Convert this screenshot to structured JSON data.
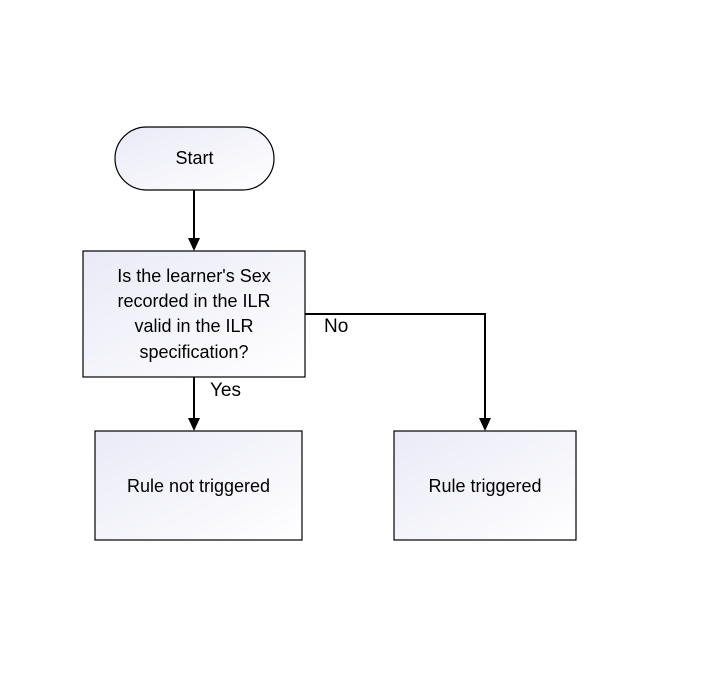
{
  "diagram": {
    "type": "flowchart",
    "nodes": {
      "start": {
        "label": "Start",
        "shape": "terminator"
      },
      "decision": {
        "label_lines": [
          "Is the learner's Sex",
          "recorded in the ILR",
          "valid in the ILR",
          "specification?"
        ],
        "shape": "process"
      },
      "not_triggered": {
        "label": "Rule not triggered",
        "shape": "process"
      },
      "triggered": {
        "label": "Rule triggered",
        "shape": "process"
      }
    },
    "edges": [
      {
        "from": "start",
        "to": "decision",
        "label": ""
      },
      {
        "from": "decision",
        "to": "not_triggered",
        "label": "Yes"
      },
      {
        "from": "decision",
        "to": "triggered",
        "label": "No"
      }
    ],
    "colors": {
      "node_fill_start": "#e9eaf6",
      "node_fill_end": "#ffffff",
      "stroke": "#000000"
    }
  }
}
